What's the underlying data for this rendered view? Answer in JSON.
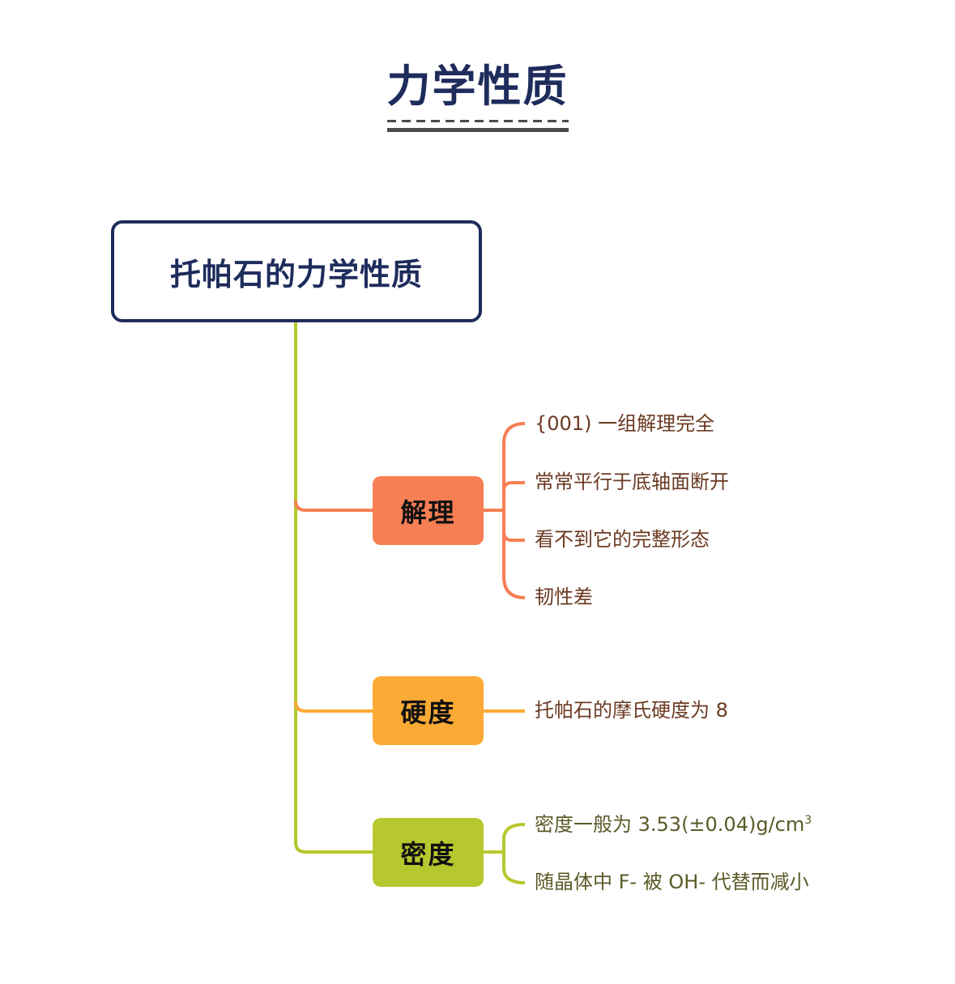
{
  "title": "力学性质",
  "root": {
    "label": "托帕石的力学性质"
  },
  "colors": {
    "navy": "#1e2c5c",
    "trunk": "#b5c72c",
    "cleavage": "#f77f54",
    "hardness": "#fbaa35",
    "density": "#b7c82e",
    "leaf_text_brown": "#6b3a22",
    "leaf_text_olive": "#5a5a28"
  },
  "branches": [
    {
      "label": "解理",
      "items": [
        "{001) 一组解理完全",
        "常常平行于底轴面断开",
        "看不到它的完整形态",
        "韧性差"
      ]
    },
    {
      "label": "硬度",
      "items": [
        "托帕石的摩氏硬度为 8"
      ]
    },
    {
      "label": "密度",
      "items": [
        "密度一般为 3.53(±0.04)g/cm",
        "随晶体中 F- 被 OH- 代替而减小"
      ],
      "density_unit_power": "3"
    }
  ]
}
